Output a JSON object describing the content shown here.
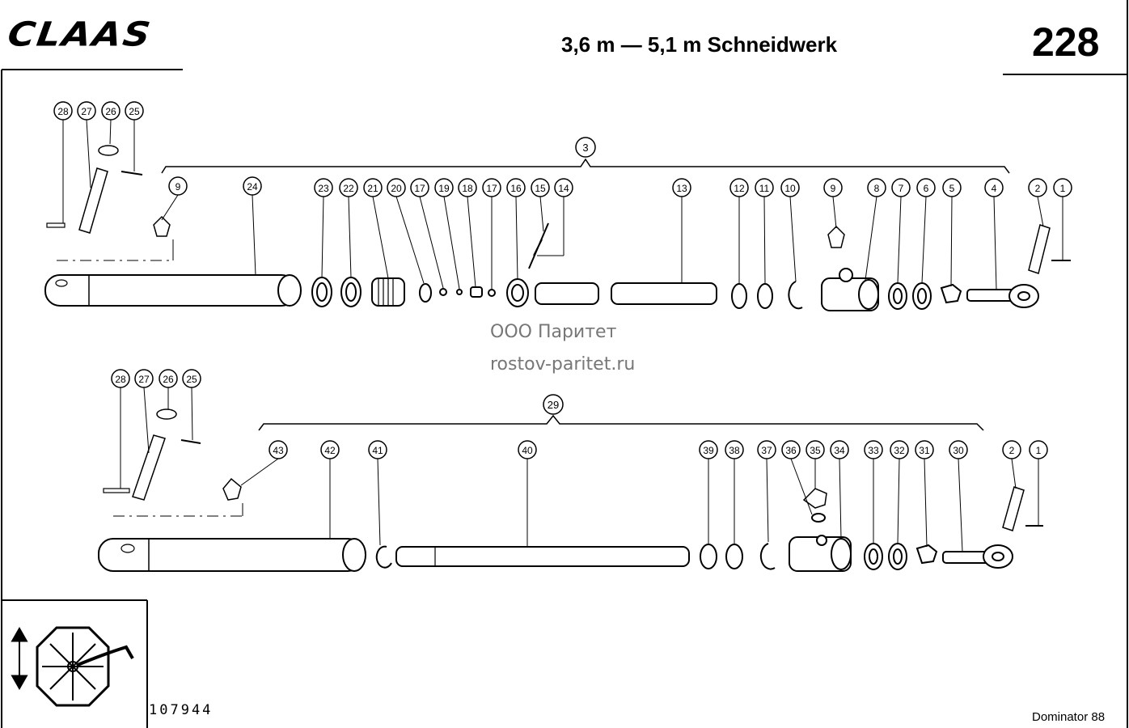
{
  "header": {
    "brand": "CLAAS",
    "title": "3,6 m — 5,1 m Schneidwerk",
    "page_number": "228"
  },
  "watermark": {
    "line1": "ООО Паритет",
    "line2": "rostov-paritet.ru"
  },
  "footer": {
    "document_number": "107944",
    "model": "Dominator 88"
  },
  "assembly_upper": {
    "group_label": "3",
    "side_labels": [
      "28",
      "27",
      "26",
      "25"
    ],
    "callouts": [
      "9",
      "24",
      "23",
      "22",
      "21",
      "20",
      "17",
      "19",
      "18",
      "17",
      "16",
      "15",
      "14",
      "13",
      "12",
      "11",
      "10",
      "9",
      "8",
      "7",
      "6",
      "5",
      "4",
      "2",
      "1"
    ]
  },
  "assembly_lower": {
    "group_label": "29",
    "side_labels": [
      "28",
      "27",
      "26",
      "25"
    ],
    "callouts": [
      "43",
      "42",
      "41",
      "40",
      "39",
      "38",
      "37",
      "36",
      "35",
      "34",
      "33",
      "32",
      "31",
      "30",
      "2",
      "1"
    ]
  }
}
